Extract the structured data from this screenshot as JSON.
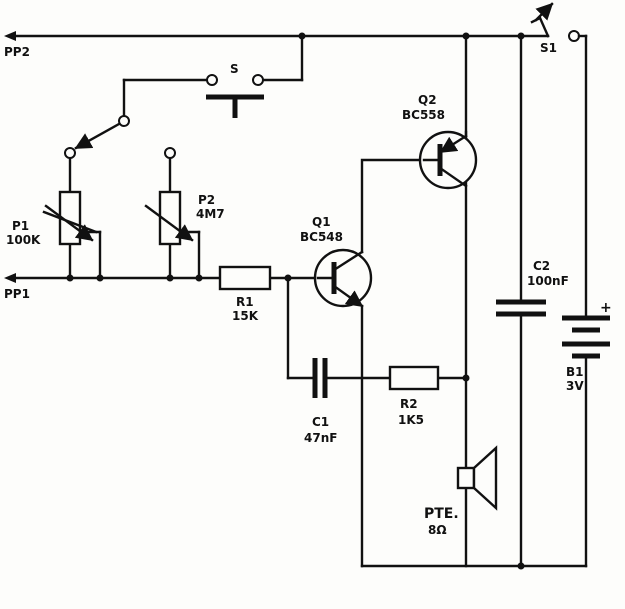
{
  "labels": {
    "pp2": "PP2",
    "pp1": "PP1",
    "s": "S",
    "s1": "S1",
    "p1_name": "P1",
    "p1_value": "100K",
    "p2_name": "P2",
    "p2_value": "4M7",
    "r1_name": "R1",
    "r1_value": "15K",
    "r2_name": "R2",
    "r2_value": "1K5",
    "c1_name": "C1",
    "c1_value": "47nF",
    "c2_name": "C2",
    "c2_value": "100nF",
    "q1_name": "Q1",
    "q1_value": "BC548",
    "q2_name": "Q2",
    "q2_value": "BC558",
    "b1_name": "B1",
    "b1_value": "3V",
    "plus": "+",
    "pte_name": "PTE.",
    "pte_value": "8Ω"
  }
}
